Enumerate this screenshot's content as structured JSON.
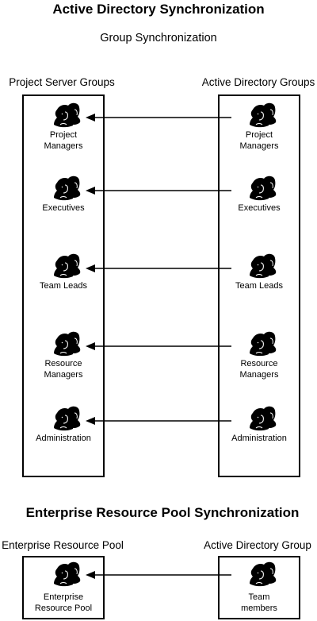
{
  "titles": {
    "main": "Active Directory Synchronization",
    "group_sync": "Group Synchronization",
    "enterprise_sync": "Enterprise Resource Pool Synchronization"
  },
  "group_sync": {
    "left_header": "Project Server Groups",
    "right_header": "Active Directory Groups",
    "rows": [
      {
        "left": [
          "Project",
          "Managers"
        ],
        "right": [
          "Project",
          "Managers"
        ]
      },
      {
        "left": [
          "Executives"
        ],
        "right": [
          "Executives"
        ]
      },
      {
        "left": [
          "Team Leads"
        ],
        "right": [
          "Team Leads"
        ]
      },
      {
        "left": [
          "Resource",
          "Managers"
        ],
        "right": [
          "Resource",
          "Managers"
        ]
      },
      {
        "left": [
          "Administration"
        ],
        "right": [
          "Administration"
        ]
      }
    ]
  },
  "enterprise": {
    "left_header": "Enterprise Resource Pool",
    "right_header": "Active Directory Group",
    "left_label": [
      "Enterprise",
      "Resource Pool"
    ],
    "right_label": [
      "Team",
      "members"
    ]
  },
  "icons": {
    "group": "people-group-icon",
    "arrow": "arrow-left-icon"
  },
  "colors": {
    "stroke": "#000000",
    "background": "#ffffff"
  }
}
